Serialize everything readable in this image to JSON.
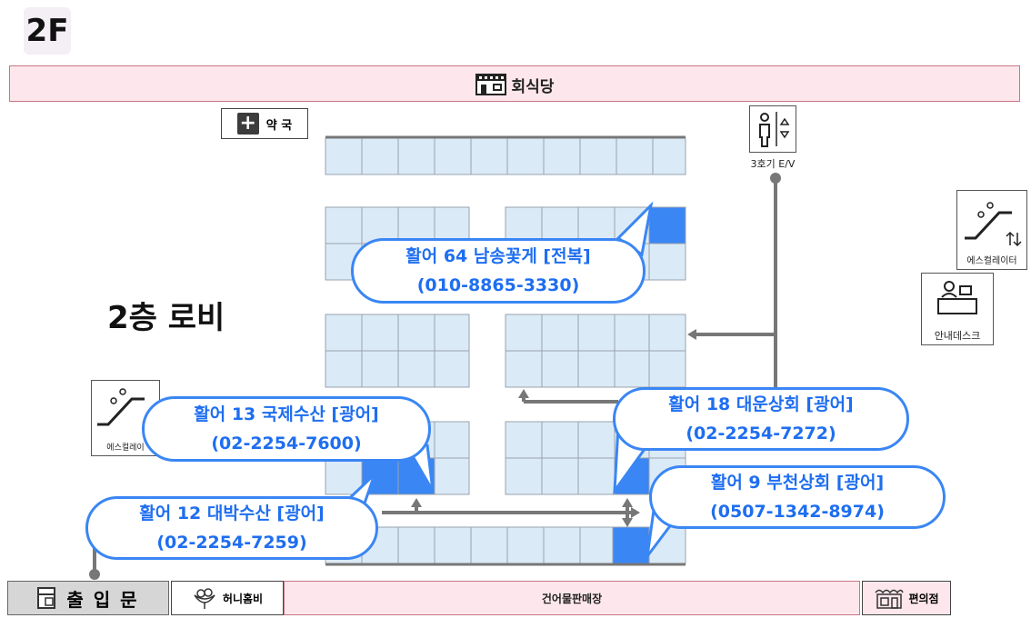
{
  "floor": "2F",
  "top_bar": {
    "label": "회식당",
    "icon": "restaurant-icon"
  },
  "pharmacy": {
    "label": "약 국",
    "icon": "plus-icon"
  },
  "elevator": {
    "label": "3호기 E/V",
    "icon": "elevator-icon"
  },
  "escalator_right": {
    "label": "에스컬레이터",
    "icon": "escalator-icon"
  },
  "escalator_left": {
    "label": "에스컬레이",
    "icon": "escalator-icon"
  },
  "info_desk": {
    "label": "안내데스크",
    "icon": "info-desk-icon"
  },
  "lobby": "2층 로비",
  "stores": [
    {
      "name": "활어 64 남송꽃게 [전복]",
      "phone": "(010-8865-3330)"
    },
    {
      "name": "활어 13 국제수산  [광어]",
      "phone": "(02-2254-7600)"
    },
    {
      "name": "활어 18 대운상회 [광어]",
      "phone": "(02-2254-7272)"
    },
    {
      "name": "활어 9 부천상회 [광어]",
      "phone": "(0507-1342-8974)"
    },
    {
      "name": "활어 12 대박수산 [광어]",
      "phone": "(02-2254-7259)"
    }
  ],
  "bottom": {
    "entrance": "출 입 문",
    "honey": "허니홈비",
    "dried": "건어물판매장",
    "convenience": "편의점"
  },
  "colors": {
    "stall_fill": "#dbeaf7",
    "highlight": "#3a86f4",
    "pink": "#fde7ec",
    "path": "#777777"
  }
}
